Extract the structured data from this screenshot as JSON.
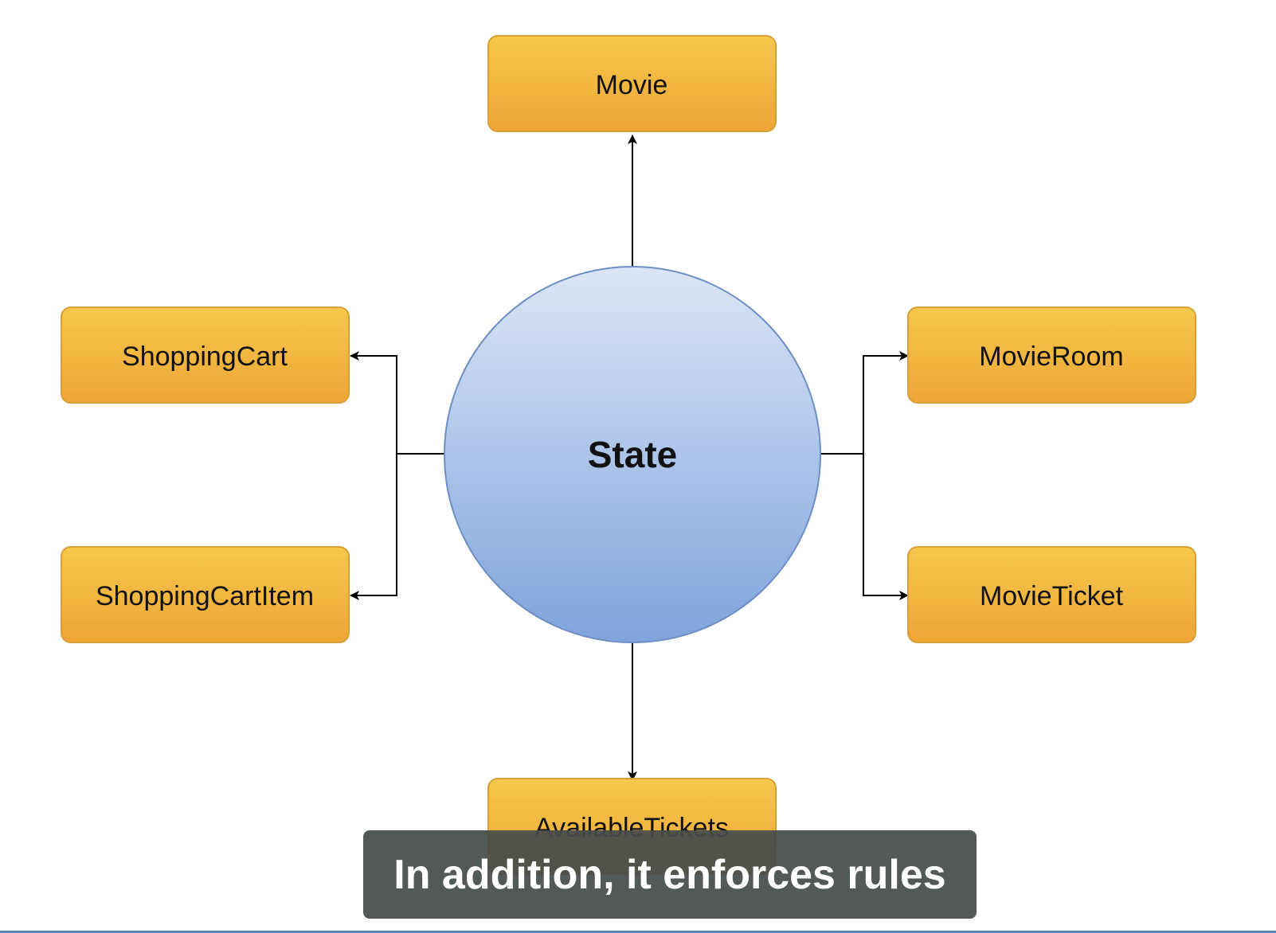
{
  "diagram": {
    "center": {
      "label": "State"
    },
    "nodes": {
      "top": {
        "label": "Movie"
      },
      "left_upper": {
        "label": "ShoppingCart"
      },
      "left_lower": {
        "label": "ShoppingCartItem"
      },
      "right_upper": {
        "label": "MovieRoom"
      },
      "right_lower": {
        "label": "MovieTicket"
      },
      "bottom": {
        "label": "AvailableTickets"
      }
    }
  },
  "caption": {
    "text": "In addition, it enforces rules"
  },
  "colors": {
    "node_fill_top": "#f5c94c",
    "node_fill_bottom": "#eea536",
    "node_stroke": "#d9a03a",
    "circle_fill_top": "#dbe6f7",
    "circle_fill_bottom": "#7fa3db",
    "circle_stroke": "#6d8fc4",
    "connector": "#000000",
    "caption_bg": "#464b4b",
    "caption_text": "#ffffff"
  }
}
